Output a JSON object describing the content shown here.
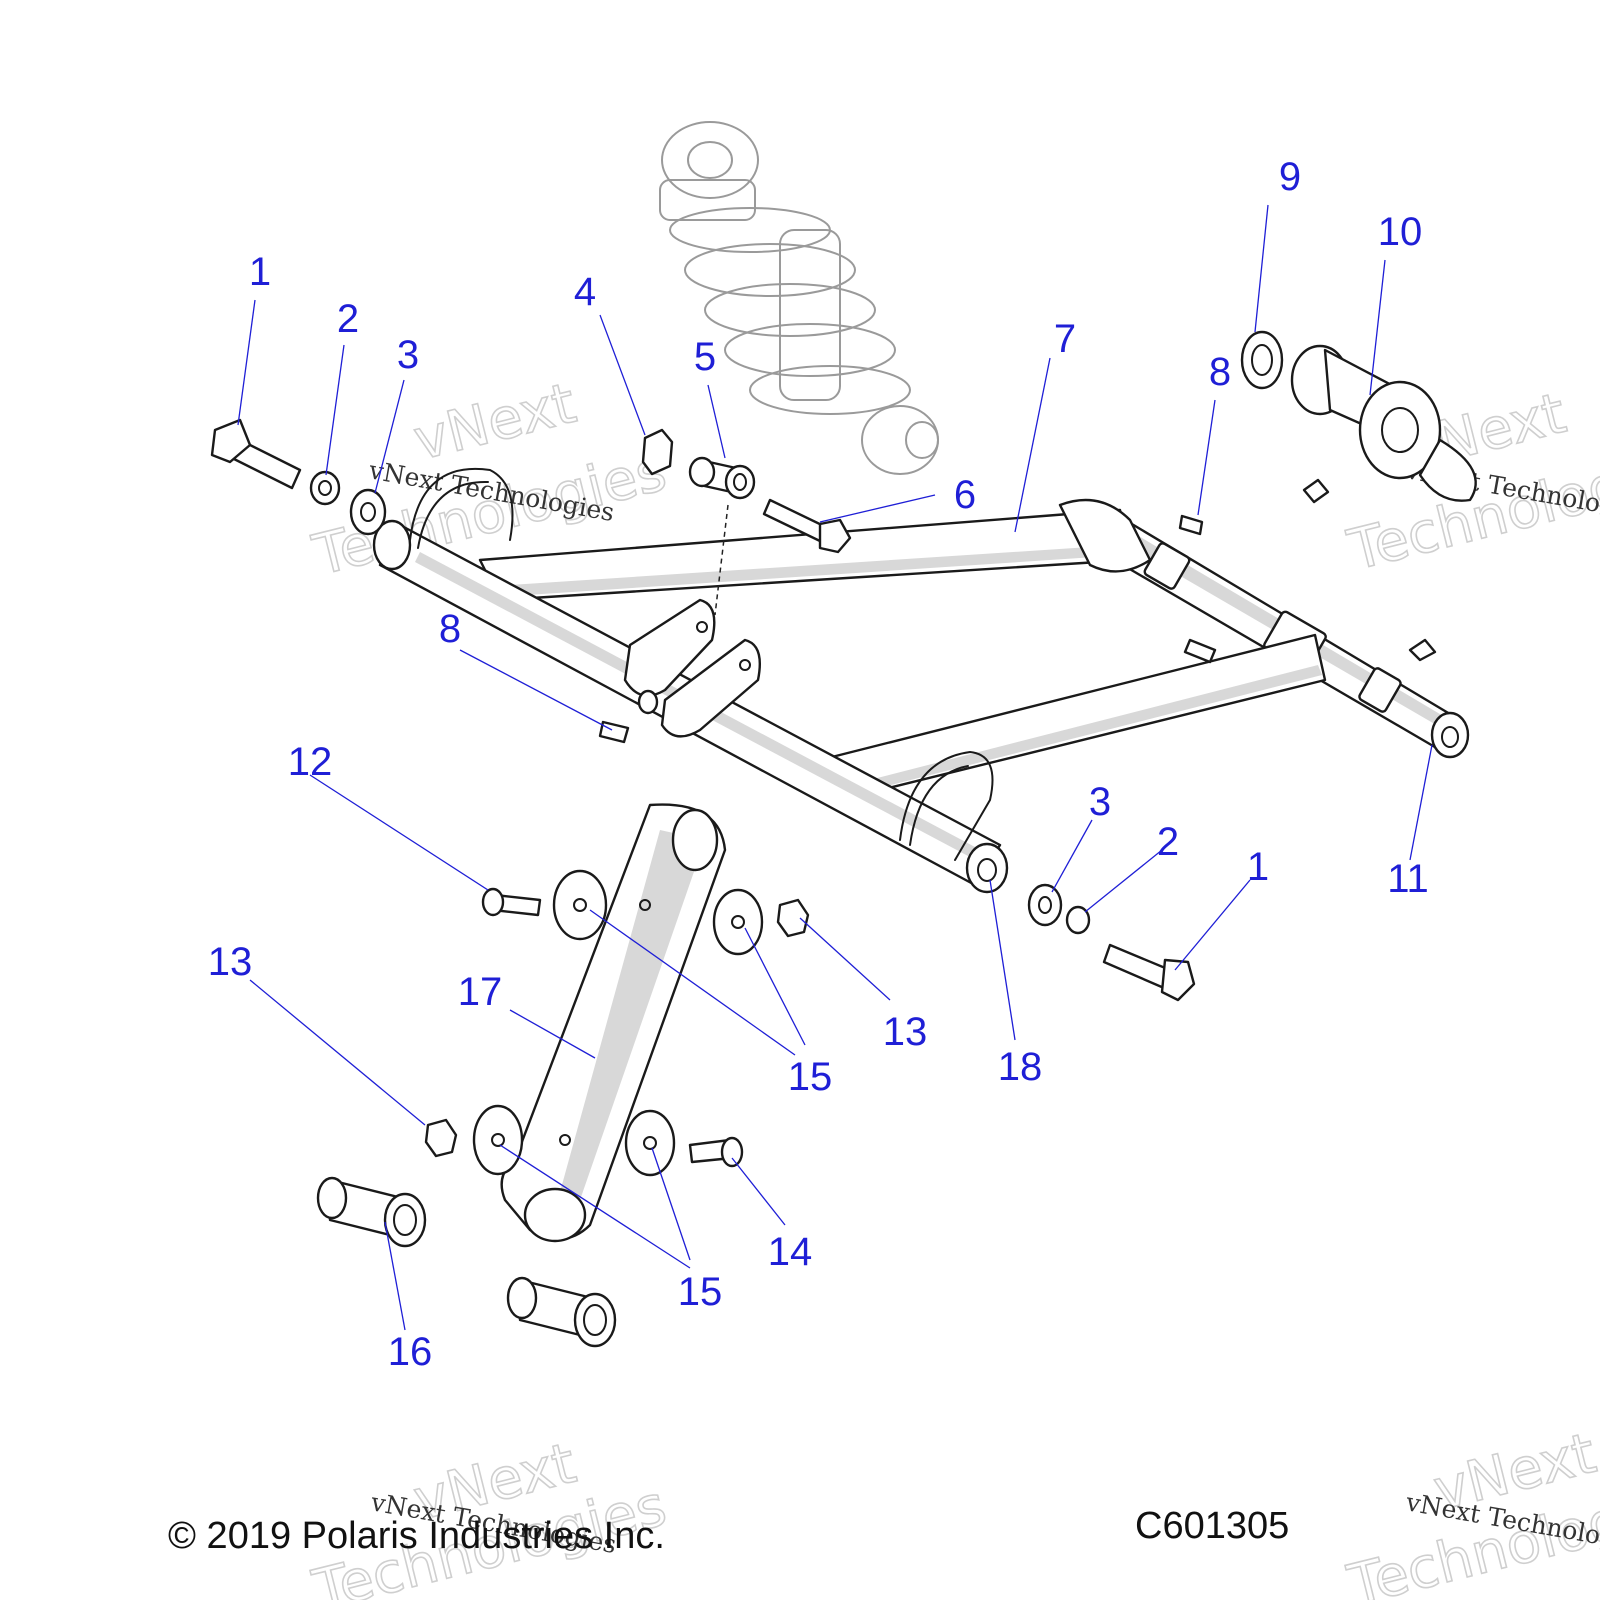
{
  "callouts": [
    {
      "id": "c1a",
      "label": "1"
    },
    {
      "id": "c2a",
      "label": "2"
    },
    {
      "id": "c3a",
      "label": "3"
    },
    {
      "id": "c4",
      "label": "4"
    },
    {
      "id": "c5",
      "label": "5"
    },
    {
      "id": "c6",
      "label": "6"
    },
    {
      "id": "c7",
      "label": "7"
    },
    {
      "id": "c8a",
      "label": "8"
    },
    {
      "id": "c8b",
      "label": "8"
    },
    {
      "id": "c9",
      "label": "9"
    },
    {
      "id": "c10",
      "label": "10"
    },
    {
      "id": "c11",
      "label": "11"
    },
    {
      "id": "c12",
      "label": "12"
    },
    {
      "id": "c13a",
      "label": "13"
    },
    {
      "id": "c13b",
      "label": "13"
    },
    {
      "id": "c14",
      "label": "14"
    },
    {
      "id": "c15a",
      "label": "15"
    },
    {
      "id": "c15b",
      "label": "15"
    },
    {
      "id": "c16",
      "label": "16"
    },
    {
      "id": "c17",
      "label": "17"
    },
    {
      "id": "c18",
      "label": "18"
    },
    {
      "id": "c1b",
      "label": "1"
    },
    {
      "id": "c2b",
      "label": "2"
    },
    {
      "id": "c3b",
      "label": "3"
    }
  ],
  "footer": {
    "copyright": "© 2019 Polaris Industries Inc.",
    "drawing_number": "C601305"
  },
  "watermark": {
    "line1": "vNext",
    "line2": "Technologies",
    "line3": "vNext Technologies"
  },
  "colors": {
    "callout": "#1f1fd6",
    "line_art": "#1a1a1a",
    "ghost_part": "#9a9a9a",
    "watermark": "#cfcfcf"
  }
}
